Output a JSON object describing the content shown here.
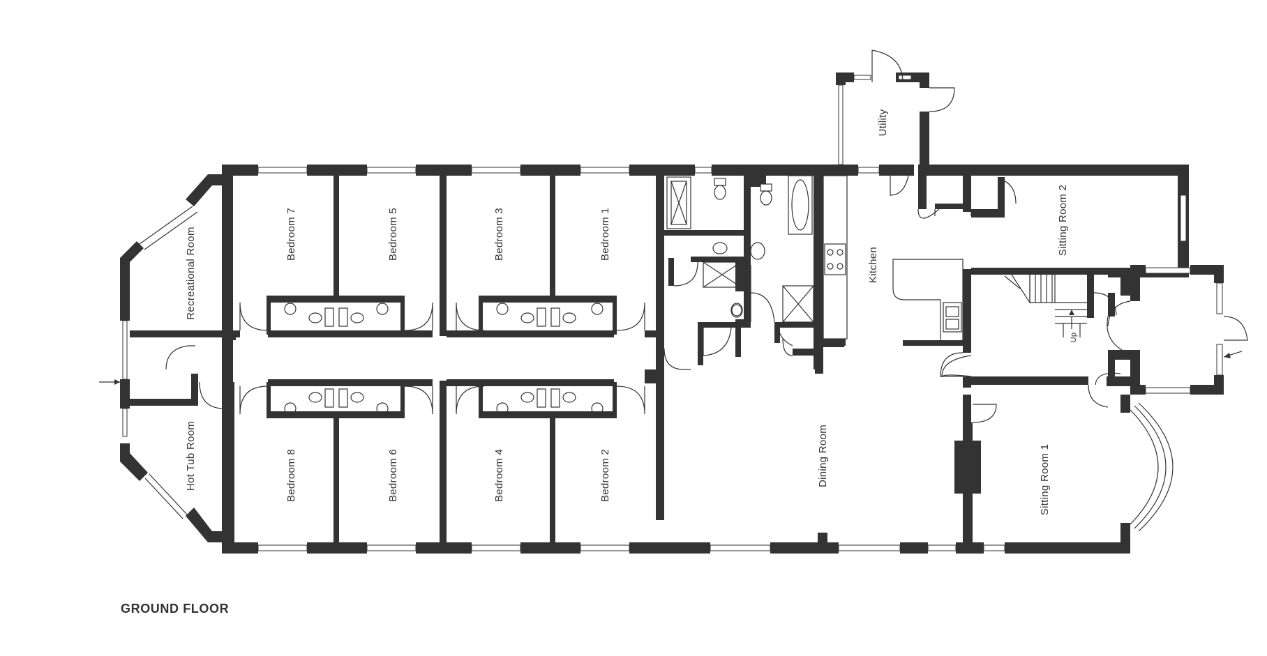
{
  "floor_label": "GROUND FLOOR",
  "rooms": {
    "recreational_room": "Recreational Room",
    "hot_tub_room": "Hot Tub Room",
    "bedroom_7": "Bedroom 7",
    "bedroom_5": "Bedroom 5",
    "bedroom_3": "Bedroom 3",
    "bedroom_1": "Bedroom 1",
    "bedroom_8": "Bedroom 8",
    "bedroom_6": "Bedroom 6",
    "bedroom_4": "Bedroom 4",
    "bedroom_2": "Bedroom 2",
    "kitchen": "Kitchen",
    "utility": "Utility",
    "dining_room": "Dining Room",
    "sitting_room_1": "Sitting Room 1",
    "sitting_room_2": "Sitting Room 2"
  },
  "stairs_label": "Up",
  "colors": {
    "wall": "#333333",
    "background": "#ffffff"
  }
}
